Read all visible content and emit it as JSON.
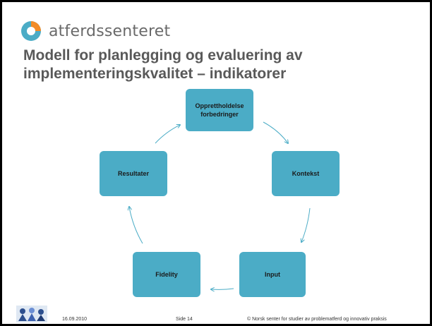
{
  "brand": "atferdssenteret",
  "title": {
    "line1": "Modell for planlegging og evaluering av",
    "line2": "implementeringskvalitet – indikatorer"
  },
  "diagram": {
    "nodes": [
      {
        "id": "opprettholdelse",
        "label": "Opprettholdelse forbedringer"
      },
      {
        "id": "kontekst",
        "label": "Kontekst"
      },
      {
        "id": "input",
        "label": "Input"
      },
      {
        "id": "fidelity",
        "label": "Fidelity"
      },
      {
        "id": "resultater",
        "label": "Resultater"
      }
    ],
    "color": "#4bacc6",
    "arrow_color": "#4bacc6"
  },
  "footer": {
    "date": "16.09.2010",
    "page": "Side 14",
    "copyright": "© Norsk senter for studier av problematferd og innovativ praksis"
  }
}
